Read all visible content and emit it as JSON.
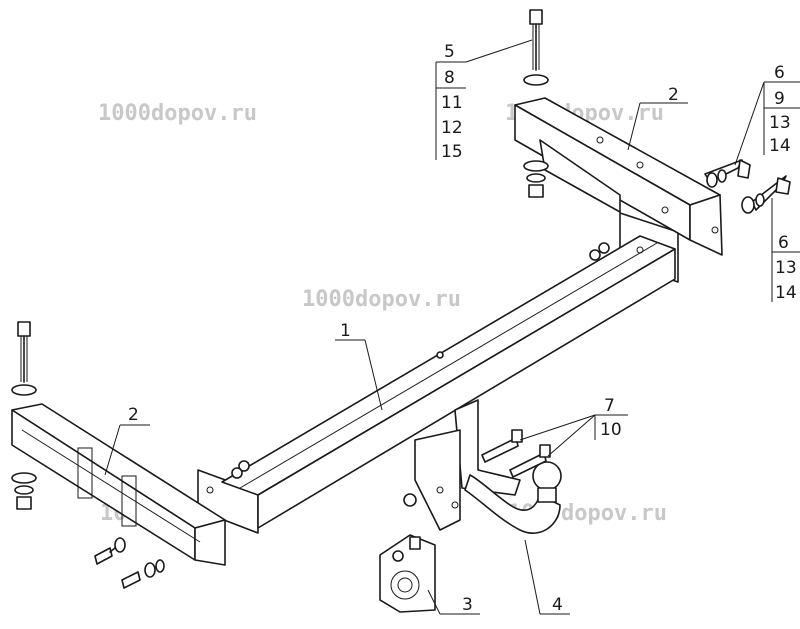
{
  "colors": {
    "line": "#1a1a1a",
    "watermark": "#c8c8c8",
    "background": "#ffffff"
  },
  "watermark": "1000dopov.ru",
  "callouts": {
    "main_beam": "1",
    "bracket_right": "2",
    "bracket_left": "2",
    "socket_plate": "3",
    "ball_mount": "4",
    "bolt_stack_top": [
      "5",
      "8",
      "11",
      "12",
      "15"
    ],
    "bolt_stack_right_upper": [
      "6",
      "9",
      "13",
      "14"
    ],
    "bolt_stack_right_lower": [
      "6",
      "13",
      "14"
    ],
    "bolt_stack_ball": [
      "7",
      "10"
    ]
  }
}
